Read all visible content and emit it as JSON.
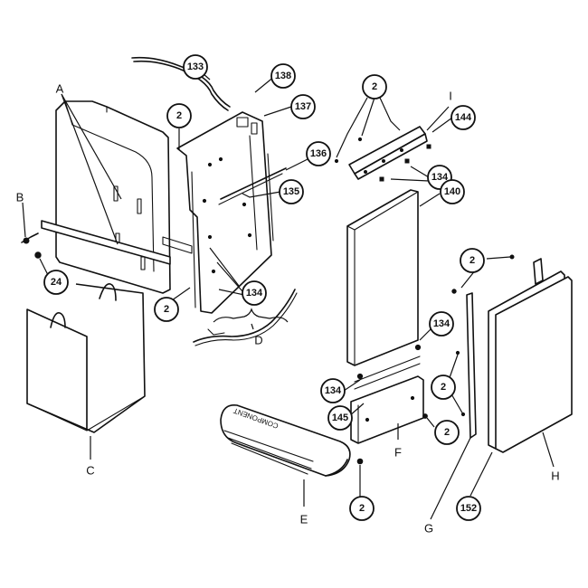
{
  "callouts": {
    "c133": "133",
    "c138": "138",
    "c137": "137",
    "c136": "136",
    "c135": "135",
    "c134_mid": "134",
    "c2_upper": "2",
    "c2_lower": "2",
    "c24": "24",
    "c2_top_right": "2",
    "c144": "144",
    "c134_top_right": "134",
    "c140": "140",
    "c134_center_a": "134",
    "c134_center_b": "134",
    "c145": "145",
    "c2_center_right": "2",
    "c2_center_low": "2",
    "c2_bottom": "2",
    "c2_far_right": "2",
    "c152": "152"
  },
  "letters": {
    "A": "A",
    "B": "B",
    "C": "C",
    "D": "D",
    "E": "E",
    "F": "F",
    "G": "G",
    "H": "H",
    "I": "I"
  }
}
